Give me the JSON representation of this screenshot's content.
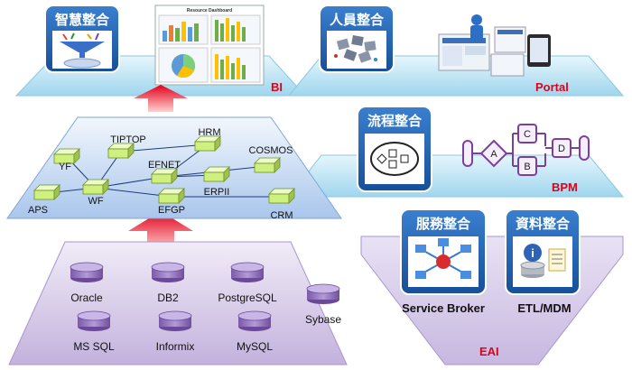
{
  "bi": {
    "title": "智慧整合",
    "tag": "BI",
    "dashboard_title": "Resource Dashboard"
  },
  "portal": {
    "title": "人員整合",
    "tag": "Portal"
  },
  "bpm": {
    "title": "流程整合",
    "tag": "BPM",
    "flow_nodes": [
      "A",
      "B",
      "C",
      "D"
    ]
  },
  "eai": {
    "tag": "EAI",
    "service": {
      "title": "服務整合",
      "caption": "Service Broker"
    },
    "data": {
      "title": "資料整合",
      "caption": "ETL/MDM"
    }
  },
  "systems": {
    "nodes": [
      "TIPTOP",
      "HRM",
      "YF",
      "COSMOS",
      "EFNET",
      "APS",
      "WF",
      "ERPII",
      "EFGP",
      "CRM"
    ]
  },
  "databases": {
    "items": [
      "Oracle",
      "DB2",
      "PostgreSQL",
      "Sybase",
      "MS SQL",
      "Informix",
      "MySQL"
    ]
  },
  "colors": {
    "title_box": "#1f5fae",
    "accent_red": "#e0001b",
    "bi_plane": "#cfeaf6",
    "system_plane": "#d7e6f7",
    "db_plane": "#d9cdea",
    "eai_plane": "#ddd3ec",
    "db_cylinder": "#9a7fc0",
    "system_node": "#d3f28a"
  }
}
